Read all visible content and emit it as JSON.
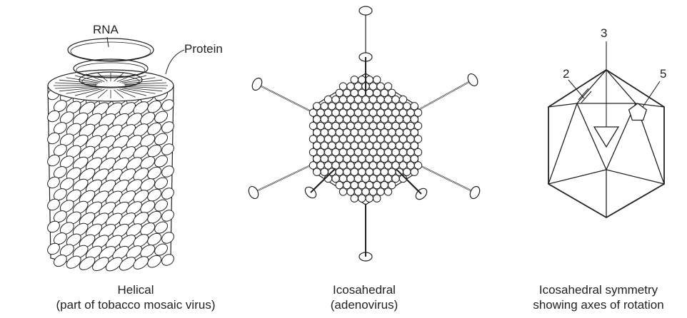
{
  "panels": [
    {
      "id": "helical",
      "caption_line1": "Helical",
      "caption_line2": "(part of tobacco mosaic virus)",
      "labels": {
        "rna": "RNA",
        "protein": "Protein"
      },
      "icon": "helical-capsid-icon"
    },
    {
      "id": "icosahedral",
      "caption_line1": "Icosahedral",
      "caption_line2": "(adenovirus)",
      "icon": "adenovirus-icon"
    },
    {
      "id": "symmetry",
      "caption_line1": "Icosahedral symmetry",
      "caption_line2": "showing axes of rotation",
      "labels": {
        "axis2": "2",
        "axis3": "3",
        "axis5": "5"
      },
      "icon": "icosahedron-symmetry-icon"
    }
  ],
  "colors": {
    "line": "#222222",
    "fill": "#ffffff"
  }
}
